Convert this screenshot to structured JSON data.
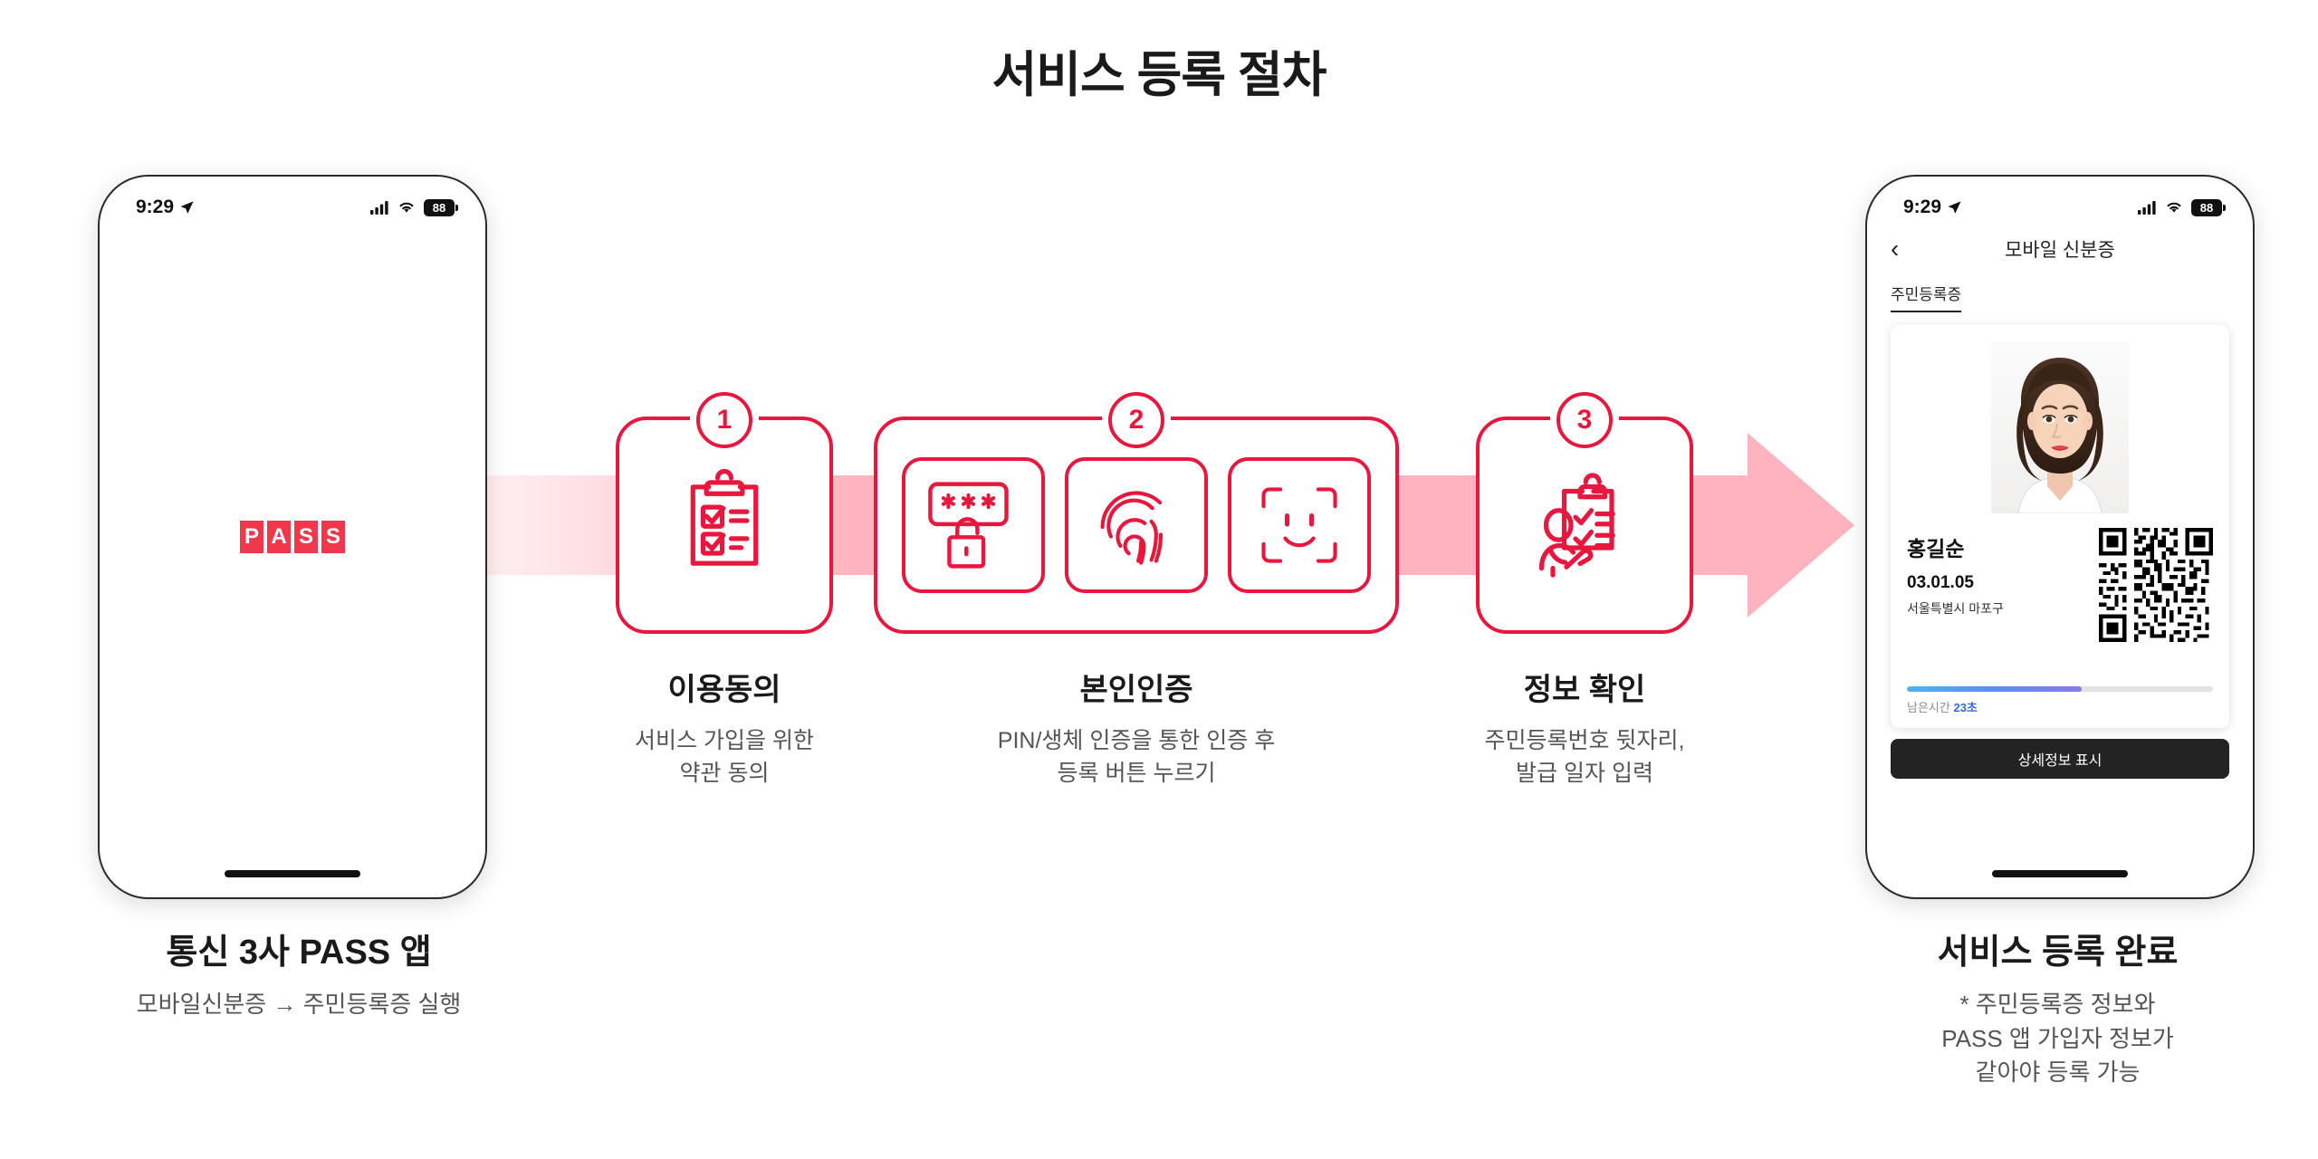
{
  "title": "서비스 등록 절차",
  "colors": {
    "brand_red": "#e8173d",
    "pass_logo_red": "#f0374c",
    "arrow_pink": "#ffb3be",
    "timer_blue": "#3a66d8",
    "button_dark": "#232323"
  },
  "phone_left": {
    "status": {
      "time": "9:29",
      "battery": "88",
      "location_icon": "location-arrow-icon",
      "signal_icon": "cellular-signal-icon",
      "wifi_icon": "wifi-icon"
    },
    "logo_letters": [
      "P",
      "A",
      "S",
      "S"
    ]
  },
  "phone_right": {
    "status": {
      "time": "9:29",
      "battery": "88",
      "location_icon": "location-arrow-icon",
      "signal_icon": "cellular-signal-icon",
      "wifi_icon": "wifi-icon"
    },
    "nav": {
      "back_icon": "chevron-left-icon",
      "title": "모바일 신분증"
    },
    "tab": "주민등록증",
    "id_card": {
      "photo_alt": "id-portrait-photo",
      "name": "홍길순",
      "birth_date": "03.01.05",
      "address": "서울특별시 마포구",
      "qr_alt": "qr-code",
      "timer_prefix": "남은시간",
      "timer_value": "23초",
      "timer_percent": 57
    },
    "detail_button": "상세정보 표시"
  },
  "steps": [
    {
      "number": "1",
      "title": "이용동의",
      "desc": "서비스 가입을 위한\n약관 동의",
      "icons": [
        "clipboard-checklist-icon"
      ]
    },
    {
      "number": "2",
      "title": "본인인증",
      "desc": "PIN/생체 인증을 통한 인증 후\n등록 버튼 누르기",
      "icons": [
        "pin-password-lock-icon",
        "fingerprint-icon",
        "face-id-icon"
      ]
    },
    {
      "number": "3",
      "title": "정보 확인",
      "desc": "주민등록번호 뒷자리,\n발급 일자 입력",
      "icons": [
        "person-clipboard-icon"
      ]
    }
  ],
  "captions": {
    "left": {
      "title": "통신 3사 PASS 앱",
      "sub": "모바일신분증 → 주민등록증 실행"
    },
    "right": {
      "title": "서비스 등록 완료",
      "sub": "* 주민등록증 정보와\nPASS 앱 가입자 정보가\n같아야 등록 가능"
    }
  }
}
